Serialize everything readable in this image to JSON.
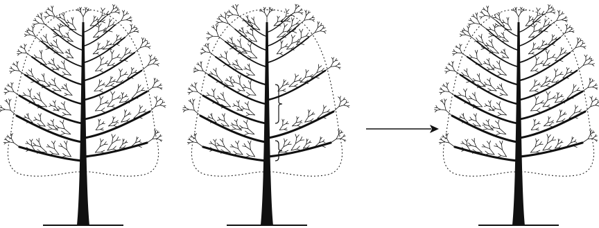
{
  "figure": {
    "panels": [
      {
        "id": "tree-original",
        "state": "before pruning",
        "highlighted_gaps": 0
      },
      {
        "id": "tree-pruned",
        "state": "after branch removal",
        "highlighted_gaps": 2
      },
      {
        "id": "tree-regrown",
        "state": "after regrowth",
        "highlighted_gaps": 0
      }
    ],
    "arrow": {
      "from": "tree-pruned",
      "to": "tree-regrown"
    },
    "colors": {
      "ink": "#111111",
      "background": "#ffffff",
      "outline": "#222222"
    }
  }
}
